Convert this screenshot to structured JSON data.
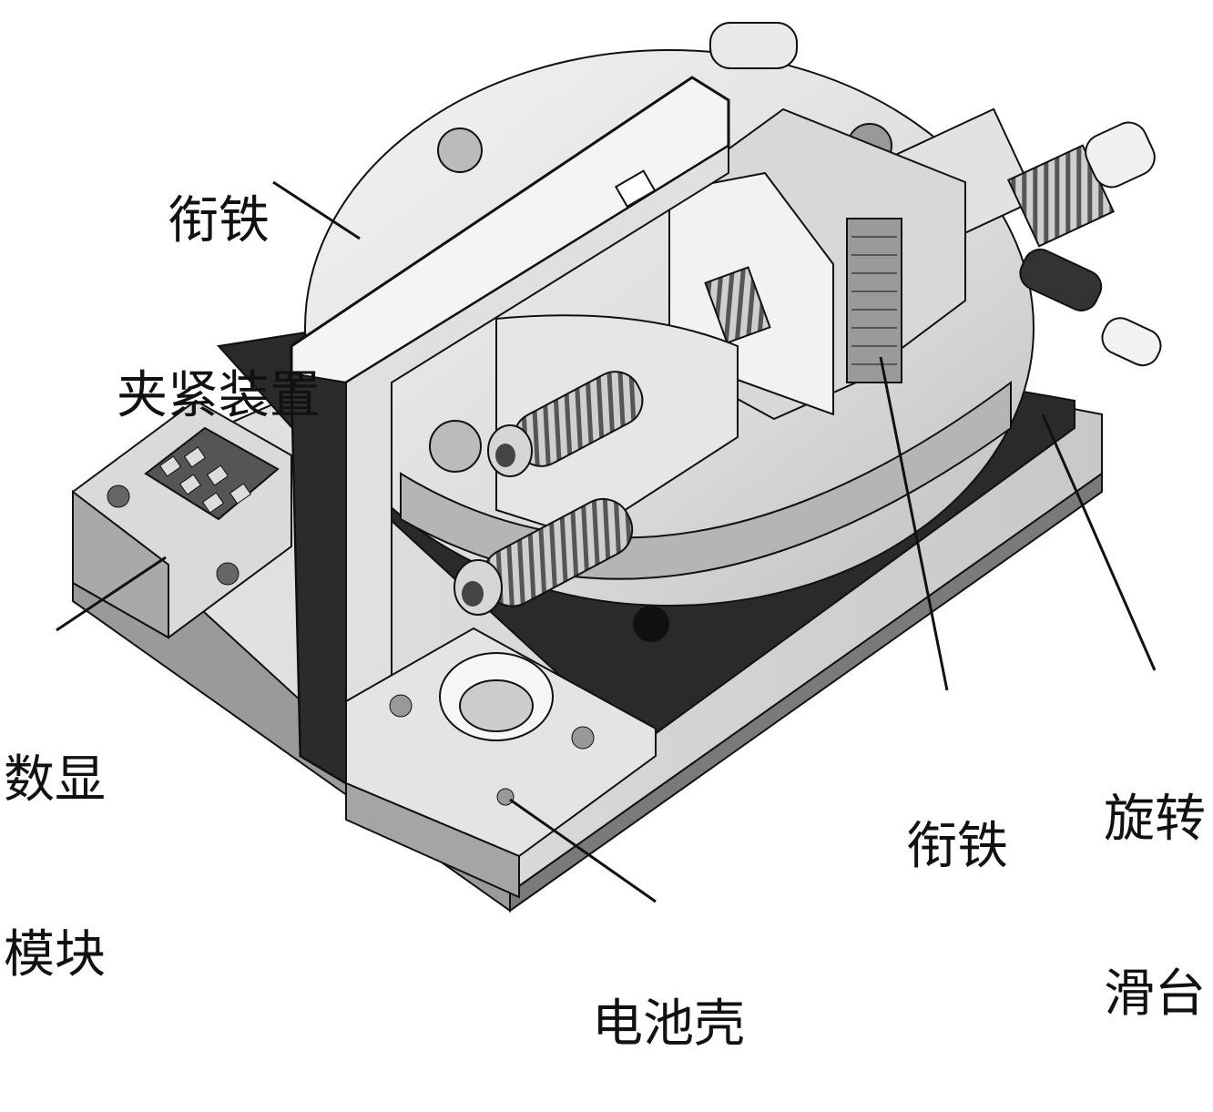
{
  "labels": {
    "armature_clamp": {
      "line1": "衔铁",
      "line2": "夹紧装置"
    },
    "digital_display": {
      "line1": "数显",
      "line2": "模块"
    },
    "armature": {
      "line1": "衔铁"
    },
    "rotary_slide": {
      "line1": "旋转",
      "line2": "滑台"
    },
    "battery_case": {
      "line1": "电池壳"
    }
  },
  "colors": {
    "metal_light": "#eeeeee",
    "metal_mid": "#cfcfcf",
    "metal_dark": "#8a8a8a",
    "black_part": "#2a2a2a",
    "outline": "#111111"
  }
}
